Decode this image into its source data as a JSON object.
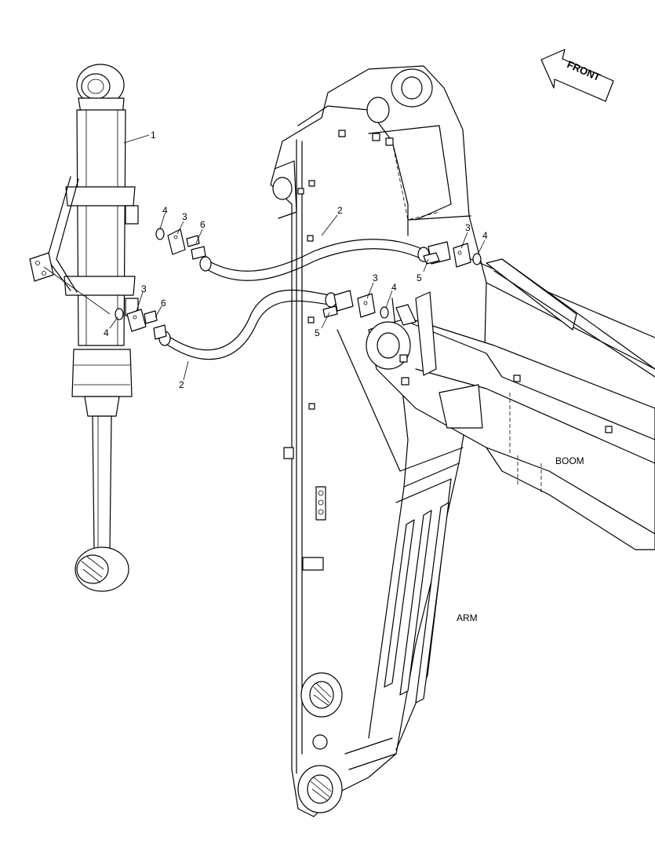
{
  "diagram": {
    "arrow_label": "FRONT",
    "part_labels": {
      "boom": "BOOM",
      "arm": "ARM"
    },
    "callouts": {
      "cylinder": "1",
      "hose_upper": "2",
      "hose_lower": "2",
      "flange_upper_left": "3",
      "flange_lower_left": "3",
      "flange_upper_right": "3",
      "flange_lower_right": "3",
      "oring_upper_left": "4",
      "oring_lower_left": "4",
      "oring_upper_right": "4",
      "oring_lower_right": "4",
      "bolt_upper_right": "5",
      "bolt_lower_right": "5",
      "bolt_upper_left": "6",
      "bolt_lower_left": "6"
    }
  }
}
